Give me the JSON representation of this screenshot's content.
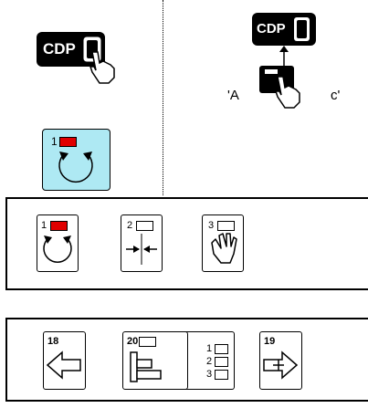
{
  "top_left": {
    "cdp_label": "CDP",
    "active_tile_number": "1",
    "active_tile_color": "#aee9f3"
  },
  "top_right": {
    "cdp_label": "CDP",
    "quote_left": "'A",
    "quote_right": "c'"
  },
  "selector_panel": {
    "buttons": [
      {
        "number": "1",
        "icon": "rotate-arrows-icon",
        "indicator_color": "#e00000"
      },
      {
        "number": "2",
        "icon": "converge-arrows-icon"
      },
      {
        "number": "3",
        "icon": "hand-icon"
      }
    ]
  },
  "nav_panel": {
    "prev": {
      "number": "18",
      "icon": "arrow-left-icon"
    },
    "center": {
      "number": "20",
      "icon": "tree-structure-icon",
      "rows": [
        "1",
        "2",
        "3"
      ]
    },
    "next": {
      "number": "19",
      "icon": "arrow-right-plus-icon"
    }
  }
}
